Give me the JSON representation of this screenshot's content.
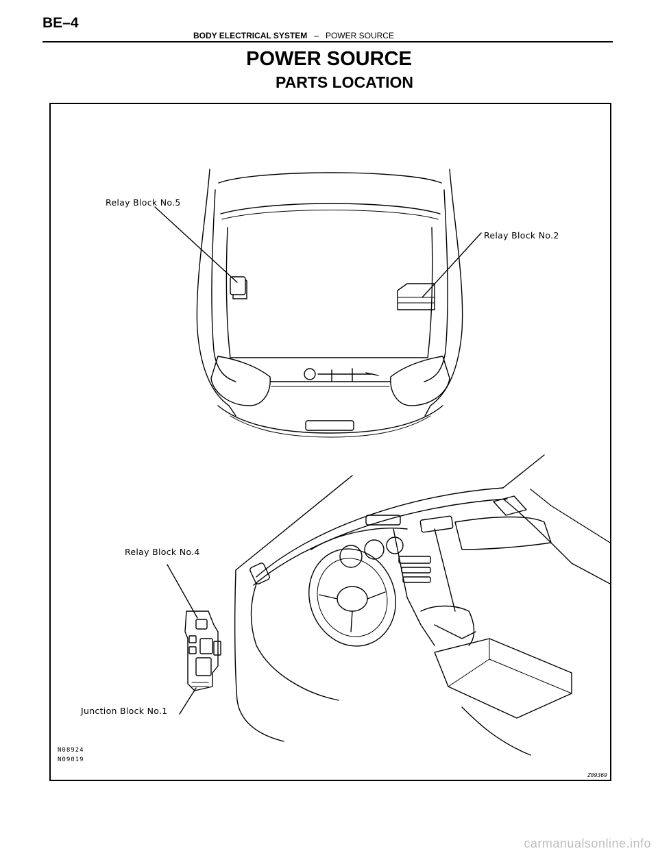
{
  "header": {
    "page_code": "BE–4",
    "system": "BODY ELECTRICAL SYSTEM",
    "separator": "–",
    "section": "POWER SOURCE"
  },
  "title": "POWER SOURCE",
  "subtitle": "PARTS LOCATION",
  "figure": {
    "labels": {
      "relay_block_5": "Relay Block No.5",
      "relay_block_2": "Relay Block No.2",
      "relay_block_4": "Relay Block No.4",
      "junction_block_1": "Junction Block No.1"
    },
    "codes": [
      "N08924",
      "N09019"
    ],
    "illustration_id": "Z09369"
  },
  "watermark": "carmanualsonline.info"
}
